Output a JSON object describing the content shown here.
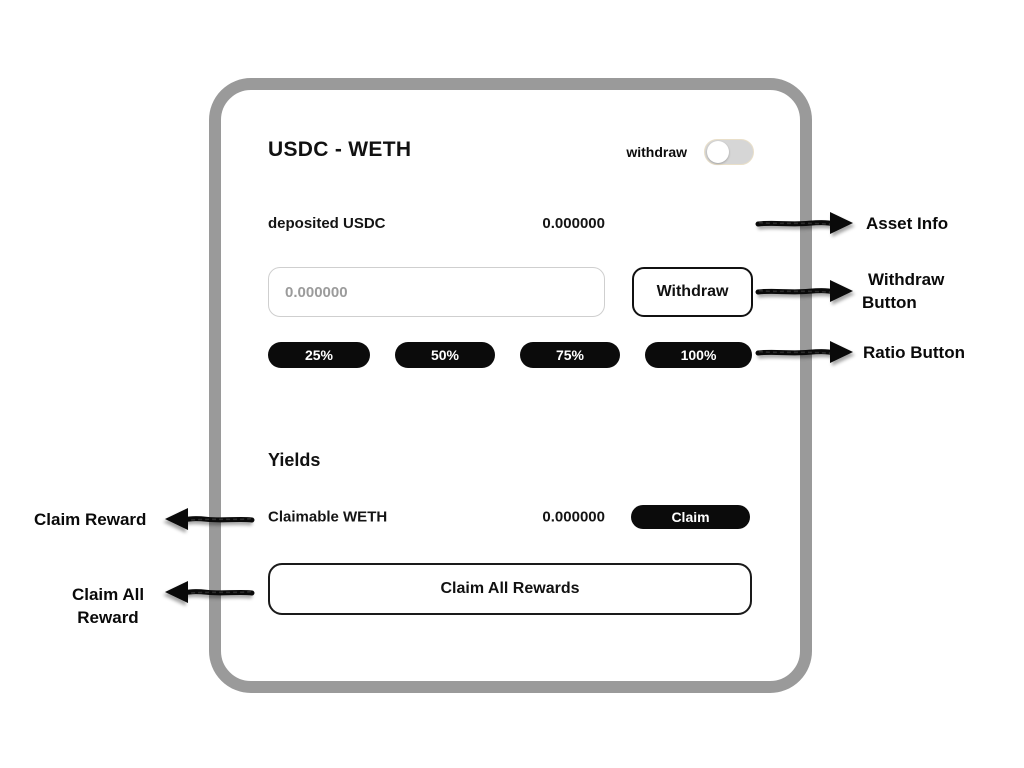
{
  "card": {
    "title": "USDC - WETH",
    "toggle": {
      "label": "withdraw",
      "state": "off"
    },
    "deposited": {
      "label": "deposited USDC",
      "value": "0.000000"
    },
    "withdraw_input": {
      "placeholder": "0.000000",
      "value": ""
    },
    "withdraw_button": "Withdraw",
    "ratio_buttons": [
      "25%",
      "50%",
      "75%",
      "100%"
    ],
    "yields": {
      "heading": "Yields",
      "claimable": {
        "label": "Claimable WETH",
        "value": "0.000000",
        "claim_button": "Claim"
      },
      "claim_all_button": "Claim All Rewards"
    }
  },
  "annotations": {
    "asset_info": "Asset Info",
    "withdraw_button_line1": "Withdraw",
    "withdraw_button_line2": "Button",
    "ratio_button": "Ratio Button",
    "claim_reward": "Claim Reward",
    "claim_all_line1": "Claim All",
    "claim_all_line2": "Reward"
  },
  "colors": {
    "card_border": "#9a9a9a",
    "button_black": "#0b0b0b",
    "toggle_track": "#d6d6d6",
    "input_border": "#cfcfcf",
    "placeholder": "#9b9b9b"
  }
}
